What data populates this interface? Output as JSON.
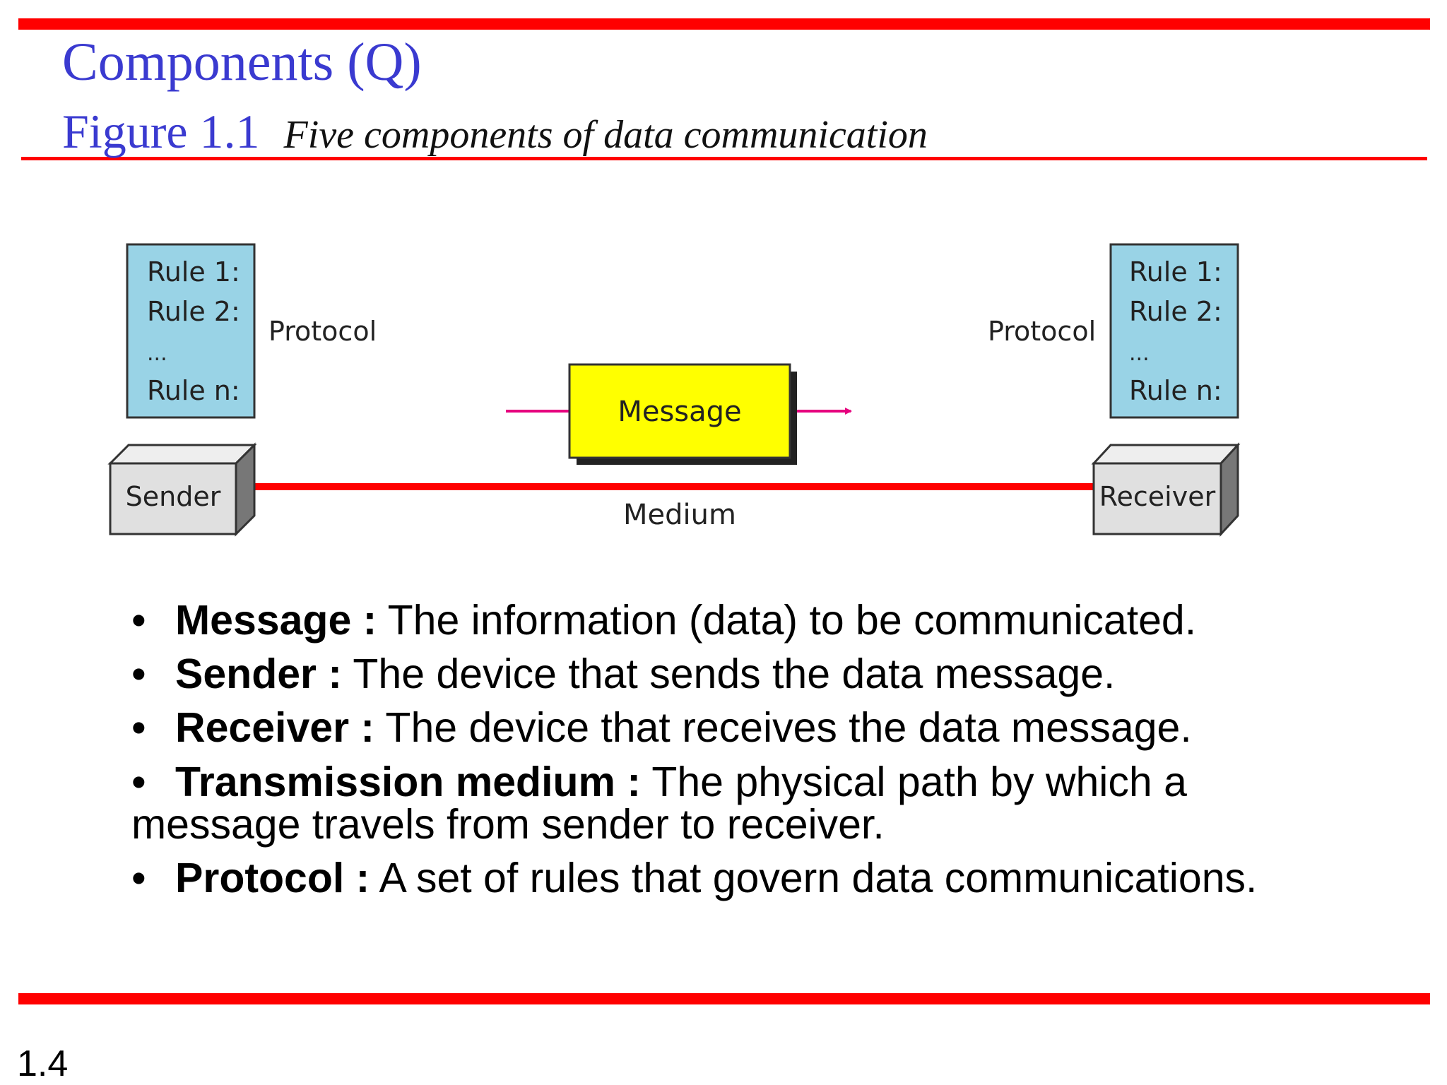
{
  "slide": {
    "title": "Components (Q)",
    "figure_number": "Figure 1.1",
    "figure_caption": "Five components of data communication",
    "page_number": "1.4"
  },
  "diagram": {
    "sender": {
      "label": "Sender",
      "rules": [
        "Rule 1:",
        "Rule 2:",
        "...",
        "Rule n:"
      ],
      "protocol_label": "Protocol"
    },
    "receiver": {
      "label": "Receiver",
      "rules": [
        "Rule 1:",
        "Rule 2:",
        "...",
        "Rule n:"
      ],
      "protocol_label": "Protocol"
    },
    "message_label": "Message",
    "medium_label": "Medium"
  },
  "bullets": [
    {
      "term": "Message :",
      "text": " The information (data) to be communicated."
    },
    {
      "term": "Sender :",
      "text": " The device that sends the data message."
    },
    {
      "term": "Receiver :",
      "text": " The device that receives the data message."
    },
    {
      "term": "Transmission medium :",
      "text": " The physical path by which a message travels from sender to receiver."
    },
    {
      "term": "Protocol :",
      "text": " A set of rules that govern data communications."
    }
  ],
  "colors": {
    "accent_red": "#ff0000",
    "title_blue": "#3a3ad0",
    "rule_box_blue": "#99d3e6",
    "message_yellow": "#ffff00",
    "arrow_magenta": "#e6007e",
    "device_gray": "#e0e0e0"
  }
}
